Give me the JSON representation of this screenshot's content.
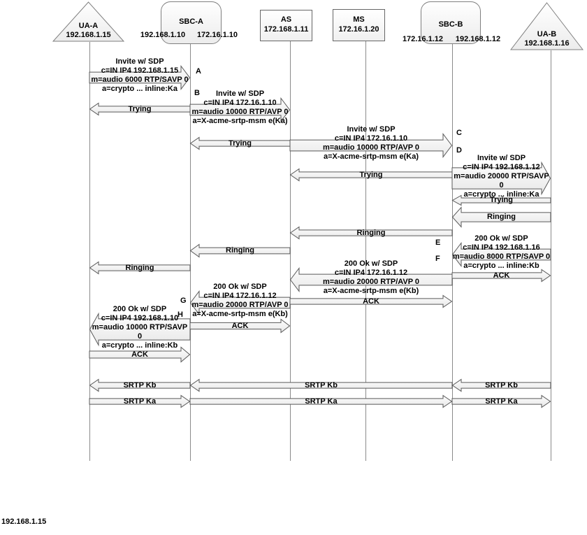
{
  "entities": {
    "ua_a": {
      "label": "UA-A",
      "ip": "192.168.1.15"
    },
    "sbc_a": {
      "label": "SBC-A",
      "ip_left": "192.168.1.10",
      "ip_right": "172.16.1.10"
    },
    "as": {
      "label": "AS",
      "ip": "172.168.1.11"
    },
    "ms": {
      "label": "MS",
      "ip": "172.16.1.20"
    },
    "sbc_b": {
      "label": "SBC-B",
      "ip_left": "172.16.1.12",
      "ip_right": "192.168.1.12"
    },
    "ua_b": {
      "label": "UA-B",
      "ip": "192.168.1.16"
    }
  },
  "steps": {
    "a": "A",
    "b": "B",
    "c": "C",
    "d": "D",
    "e": "E",
    "f": "F",
    "g": "G",
    "h": "H"
  },
  "messages": {
    "invite_uaa_sbca": {
      "lines": [
        "Invite w/ SDP",
        "c=IN IP4 192.168.1.15",
        "m=audio 6000 RTP/SAVP 0",
        "a=crypto ... inline:Ka"
      ]
    },
    "trying_sbca_uaa": {
      "lines": [
        "Trying"
      ]
    },
    "invite_sbca_as": {
      "lines": [
        "Invite w/ SDP",
        "c=IN IP4 172.16.1.10",
        "m=audio 10000 RTP/AVP 0",
        "a=X-acme-srtp-msm e(Ka)"
      ]
    },
    "trying_as_sbca": {
      "lines": [
        "Trying"
      ]
    },
    "invite_as_sbcb": {
      "lines": [
        "Invite w/ SDP",
        "c=IN IP4 172.16.1.10",
        "m=audio 10000 RTP/AVP 0",
        "a=X-acme-srtp-msm e(Ka)"
      ]
    },
    "trying_sbcb_as": {
      "lines": [
        "Trying"
      ]
    },
    "invite_sbcb_uab": {
      "lines": [
        "Invite w/ SDP",
        "c=IN IP4 192.168.1.12",
        "m=audio 20000 RTP/SAVP",
        "0",
        "a=crypto ... inline:Ka"
      ]
    },
    "trying_uab_sbcb": {
      "lines": [
        "Trying"
      ]
    },
    "ringing_uab_sbcb": {
      "lines": [
        "Ringing"
      ]
    },
    "ringing_sbcb_as": {
      "lines": [
        "Ringing"
      ]
    },
    "ringing_as_sbca": {
      "lines": [
        "Ringing"
      ]
    },
    "ringing_sbca_uaa": {
      "lines": [
        "Ringing"
      ]
    },
    "ok_uab_sbcb": {
      "lines": [
        "200 Ok w/ SDP",
        "c=IN IP4 192.168.1.16",
        "m=audio 8000 RTP/SAVP 0",
        "a=crypto ... inline:Kb"
      ]
    },
    "ack_sbcb_uab": {
      "lines": [
        "ACK"
      ]
    },
    "ok_sbcb_as": {
      "lines": [
        "200 Ok w/ SDP",
        "c=IN IP4 172.16.1.12",
        "m=audio 20000 RTP/AVP 0",
        "a=X-acme-srtp-msm e(Kb)"
      ]
    },
    "ack_as_sbcb": {
      "lines": [
        "ACK"
      ]
    },
    "ok_as_sbca": {
      "lines": [
        "200 Ok w/ SDP",
        "c=IN IP4 172.16.1.12",
        "m=audio 20000 RTP/AVP 0",
        "a=X-acme-srtp-msm e(Kb)"
      ]
    },
    "ack_sbca_as": {
      "lines": [
        "ACK"
      ]
    },
    "ok_sbca_uaa": {
      "lines": [
        "200 Ok w/ SDP",
        "c=IN IP4 192.168.1.10",
        "m=audio 10000 RTP/SAVP",
        "0",
        "a=crypto ... inline:Kb"
      ]
    },
    "ack_uaa_sbca": {
      "lines": [
        "ACK"
      ]
    },
    "srtp_kb": {
      "lines": [
        "SRTP Kb"
      ]
    },
    "srtp_ka": {
      "lines": [
        "SRTP Ka"
      ]
    }
  },
  "footer_text": "192.168.1.15",
  "colors": {
    "arrow_border": "#595959",
    "entity_border": "#7f7f7f",
    "lifeline": "#8a8a8a",
    "text": "#000000"
  }
}
